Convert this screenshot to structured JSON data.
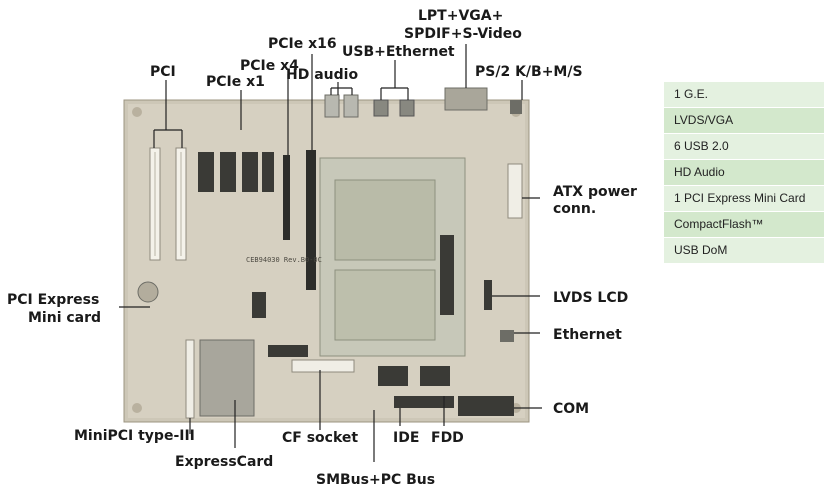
{
  "labels": {
    "pci": "PCI",
    "pcie_x1": "PCIe x1",
    "pcie_x4": "PCIe x4",
    "pcie_x16": "PCIe x16",
    "hd_audio": "HD audio",
    "usb_ethernet": "USB+Ethernet",
    "lpt_vga_line1": "LPT+VGA+",
    "lpt_vga_line2": "SPDIF+S-Video",
    "ps2": "PS/2 K/B+M/S",
    "atx_line1": "ATX power",
    "atx_line2": "conn.",
    "pcie_mini_line1": "PCI Express",
    "pcie_mini_line2": "Mini card",
    "lvds_lcd": "LVDS LCD",
    "ethernet": "Ethernet",
    "com": "COM",
    "minipci": "MiniPCI type-III",
    "expresscard": "ExpressCard",
    "cf_socket": "CF socket",
    "ide": "IDE",
    "fdd": "FDD",
    "smbus": "SMBus+PC Bus"
  },
  "board_text": "CEB94030 Rev.B0-0C",
  "features": [
    "1 G.E.",
    "LVDS/VGA",
    "6 USB 2.0",
    "HD Audio",
    "1 PCI Express Mini Card",
    "CompactFlash™",
    "USB DoM"
  ],
  "colors": {
    "feature_light": "#e4f1e0",
    "feature_dark": "#cfe6c8",
    "board": "#cfc8b8",
    "leader": "#222222"
  }
}
